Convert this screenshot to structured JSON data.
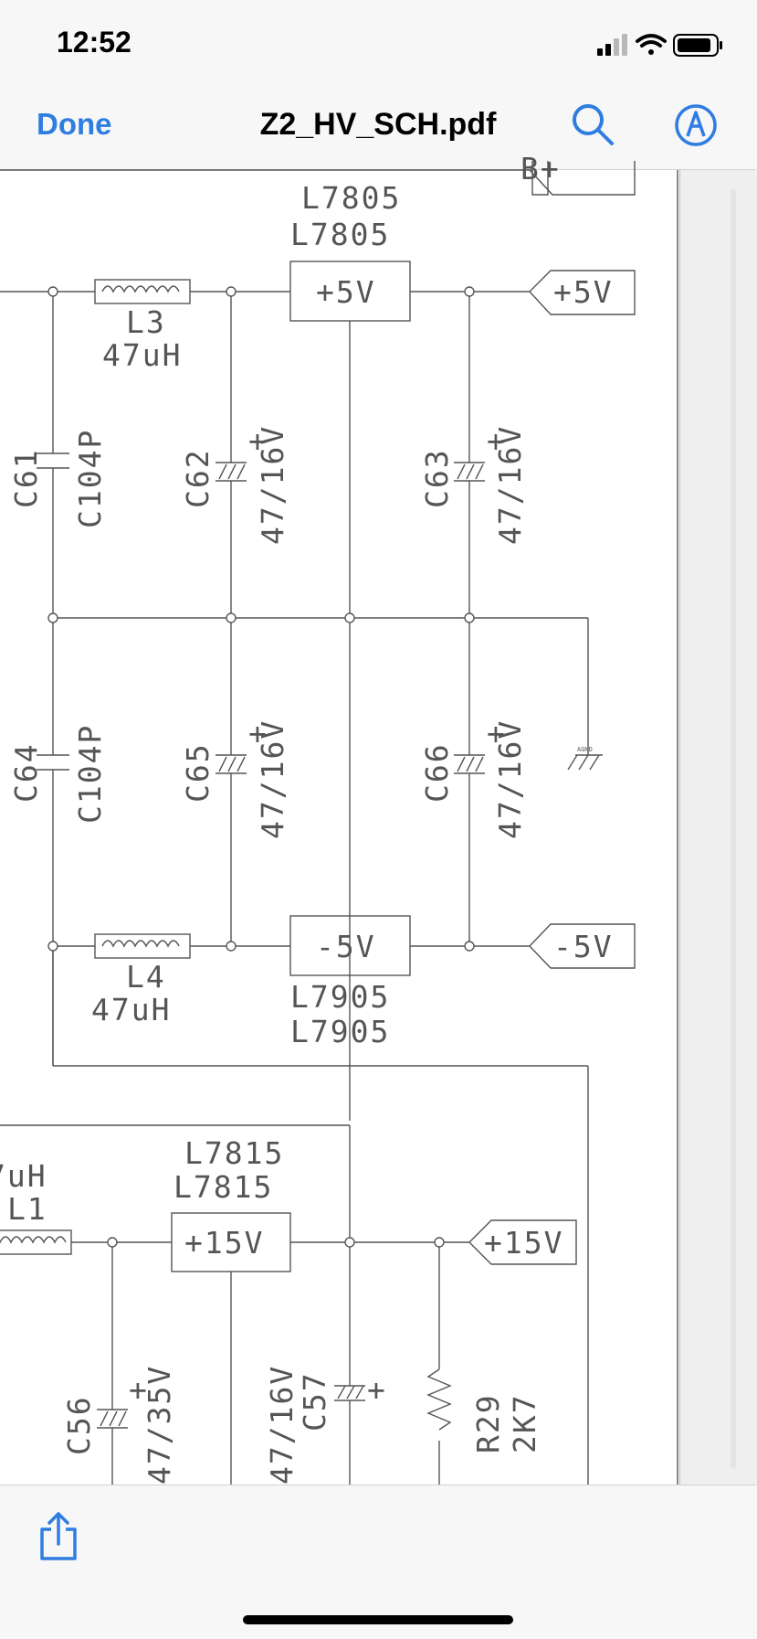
{
  "status_bar": {
    "time": "12:52",
    "icons": [
      "signal-icon",
      "wifi-icon",
      "battery-icon"
    ]
  },
  "nav": {
    "done_label": "Done",
    "title": "Z2_HV_SCH.pdf",
    "search_icon": "search-icon",
    "markup_icon": "markup-icon",
    "accent_color": "#2f7de1"
  },
  "schematic": {
    "top_port_partial": "B+",
    "reg_pos": {
      "part1": "L7805",
      "part2": "L7805",
      "label": "+5V"
    },
    "reg_neg": {
      "part1": "L7905",
      "part2": "L7905",
      "label": "-5V"
    },
    "reg_15": {
      "part1": "L7815",
      "part2": "L7815",
      "label": "+15V"
    },
    "port_pos5": "+5V",
    "port_neg5": "-5V",
    "port_pos15": "+15V",
    "l3": {
      "ref": "L3",
      "value": "47uH"
    },
    "l4": {
      "ref": "L4",
      "value": "47uH"
    },
    "l1": {
      "ref": "L1",
      "value_partial": "7uH"
    },
    "c61": {
      "ref": "C61",
      "value": "C104P"
    },
    "c64": {
      "ref": "C64",
      "value": "C104P"
    },
    "c62": {
      "ref": "C62",
      "value": "47/16V"
    },
    "c63": {
      "ref": "C63",
      "value": "47/16V"
    },
    "c65": {
      "ref": "C65",
      "value": "47/16V"
    },
    "c66": {
      "ref": "C66",
      "value": "47/16V"
    },
    "c56": {
      "ref": "C56",
      "value": "47/35V"
    },
    "c57": {
      "ref": "C57",
      "value_partial": "47/16V"
    },
    "r29": {
      "ref": "R29",
      "value": "2K7"
    },
    "ground_label": "AGND",
    "polarity_plus": "+"
  },
  "toolbar": {
    "share_icon": "share-icon"
  }
}
